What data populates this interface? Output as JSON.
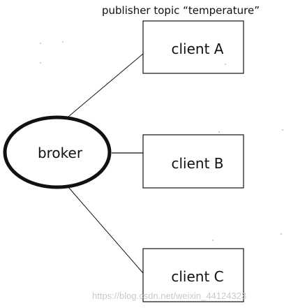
{
  "title": "publisher topic “temperature”",
  "broker": {
    "label": "broker"
  },
  "clients": [
    {
      "label": "client A"
    },
    {
      "label": "client B"
    },
    {
      "label": "client C"
    }
  ],
  "watermark": "https://blog.csdn.net/weixin_44124323",
  "colors": {
    "stroke": "#111111",
    "background": "#ffffff",
    "watermark": "#c9c9c9"
  }
}
